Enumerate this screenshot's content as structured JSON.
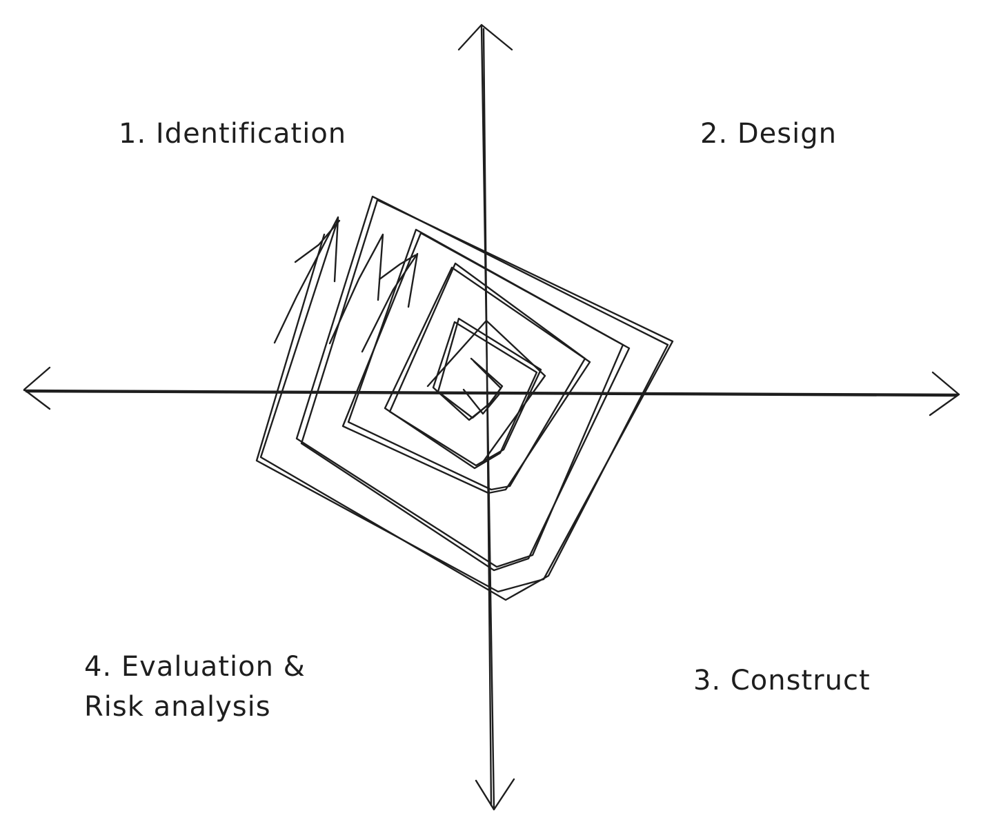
{
  "diagram": {
    "quadrants": {
      "top_left": "1. Identification",
      "top_right": "2. Design",
      "bottom_right": "3. Construct",
      "bottom_left_line1": "4. Evaluation &",
      "bottom_left_line2": "Risk analysis"
    },
    "stroke_color": "#1e1e1e",
    "background_color": "#ffffff"
  }
}
